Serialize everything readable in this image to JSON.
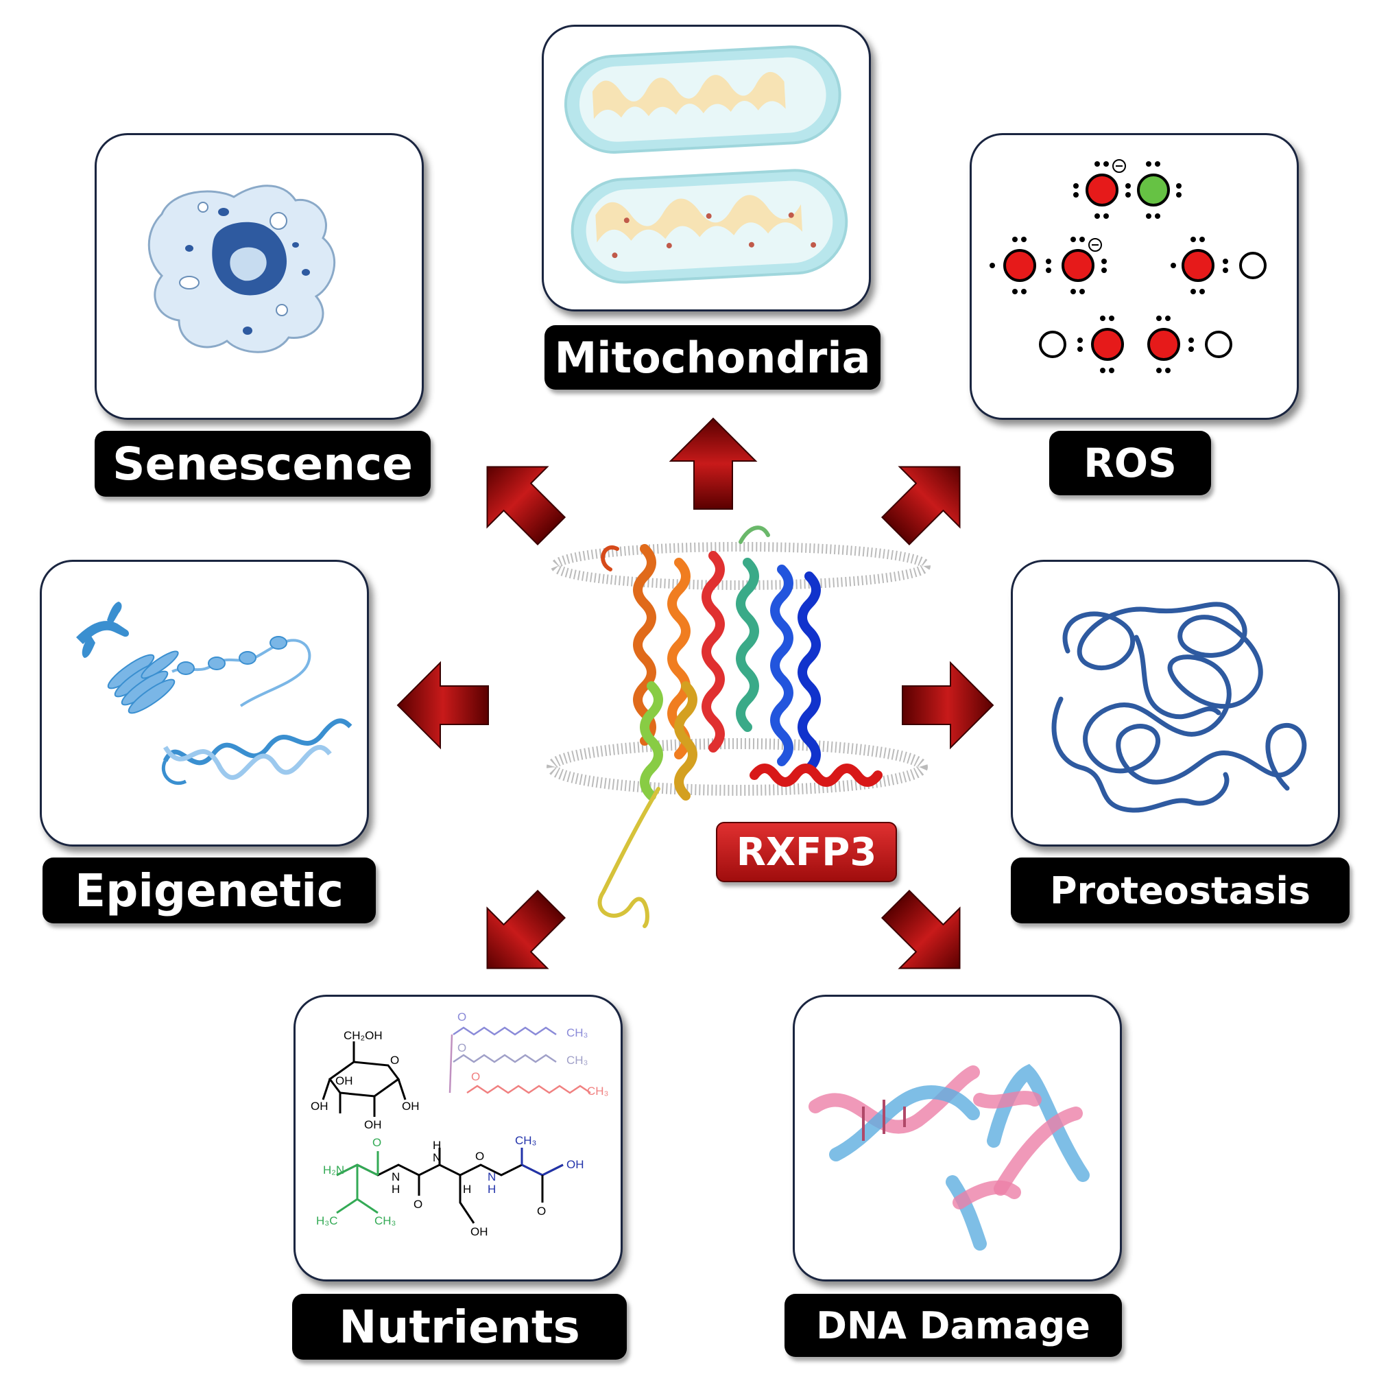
{
  "center": {
    "label": "RXFP3",
    "label_color": "#c81414",
    "structure": "rxfp3-receptor-ribbon-structure"
  },
  "arrow_color": "#a00d0d",
  "hallmarks": [
    {
      "id": "mitochondria",
      "label": "Mitochondria",
      "icon": "mitochondria-illustration"
    },
    {
      "id": "ros",
      "label": "ROS",
      "icon": "reactive-oxygen-species-molecules"
    },
    {
      "id": "proteostasis",
      "label": "Proteostasis",
      "icon": "tangled-protein-chain"
    },
    {
      "id": "dna_damage",
      "label": "DNA Damage",
      "icon": "broken-dna-helix"
    },
    {
      "id": "nutrients",
      "label": "Nutrients",
      "icon": "nutrient-chemical-structures"
    },
    {
      "id": "epigenetic",
      "label": "Epigenetic",
      "icon": "chromosome-chromatin-dna"
    },
    {
      "id": "senescence",
      "label": "Senescence",
      "icon": "senescent-cell"
    }
  ],
  "nutrient_structures": {
    "glucose": [
      "CH₂OH",
      "O",
      "OH",
      "OH",
      "OH",
      "OH"
    ],
    "peptide": [
      "H₂N",
      "O",
      "N",
      "H",
      "O",
      "N",
      "H",
      "O",
      "CH₃",
      "OH",
      "H₃C",
      "CH₃",
      "OH",
      "O",
      "N",
      "H",
      "H"
    ],
    "lipid": [
      "O",
      "CH₃",
      "O",
      "CH₃",
      "O",
      "CH₃"
    ]
  }
}
